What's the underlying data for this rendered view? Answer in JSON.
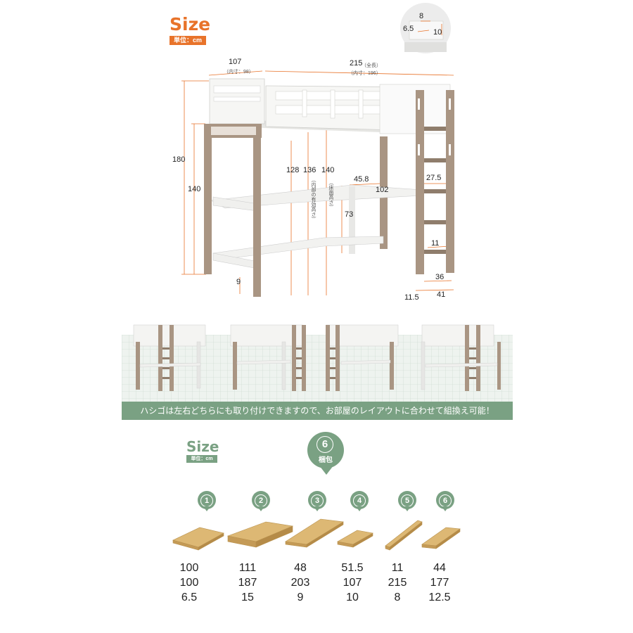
{
  "header": {
    "size_title": "Size",
    "unit_label": "単位：cm",
    "size_title_color": "#e8732a"
  },
  "dimensions": {
    "width_total": "107",
    "width_inner": "（内寸：98）",
    "length_total": "215",
    "length_total_note": "（全長）",
    "length_inner": "（内寸：196）",
    "height_total": "180",
    "height_frame": "140",
    "h128": "128",
    "h136": "136",
    "h140": "140",
    "vlabel_inner": "（内部の有効高さ）",
    "vlabel_floor": "（床面高さ）",
    "desk_depth": "45.8",
    "desk_width": "102",
    "desk_height": "73",
    "step_spacing": "27.5",
    "step_width": "11",
    "leg_gap": "9",
    "ladder_inner": "36",
    "ladder_outer": "41",
    "ladder_offset": "11.5",
    "detail_8": "8",
    "detail_6_5": "6.5",
    "detail_10": "10"
  },
  "banner_text": "ハシゴは左右どちらにも取り付けできますので、お部屋のレイアウトに合わせて組換え可能！",
  "parts_section": {
    "size_title": "Size",
    "unit_label": "単位：cm",
    "size_title_color": "#7aa183",
    "package_count": "6",
    "package_label": "梱包"
  },
  "parts": [
    {
      "num": "1",
      "values": [
        "100",
        "100",
        "6.5"
      ]
    },
    {
      "num": "2",
      "values": [
        "111",
        "187",
        "15"
      ]
    },
    {
      "num": "3",
      "values": [
        "48",
        "203",
        "9"
      ]
    },
    {
      "num": "4",
      "values": [
        "51.5",
        "107",
        "10"
      ]
    },
    {
      "num": "5",
      "values": [
        "11",
        "215",
        "8"
      ]
    },
    {
      "num": "6",
      "values": [
        "44",
        "177",
        "12.5"
      ]
    }
  ],
  "colors": {
    "accent_green": "#7aa183",
    "accent_orange": "#e8732a",
    "frame_white": "#f4f4f2",
    "frame_brown": "#a99583",
    "wood": "#d8b673"
  }
}
